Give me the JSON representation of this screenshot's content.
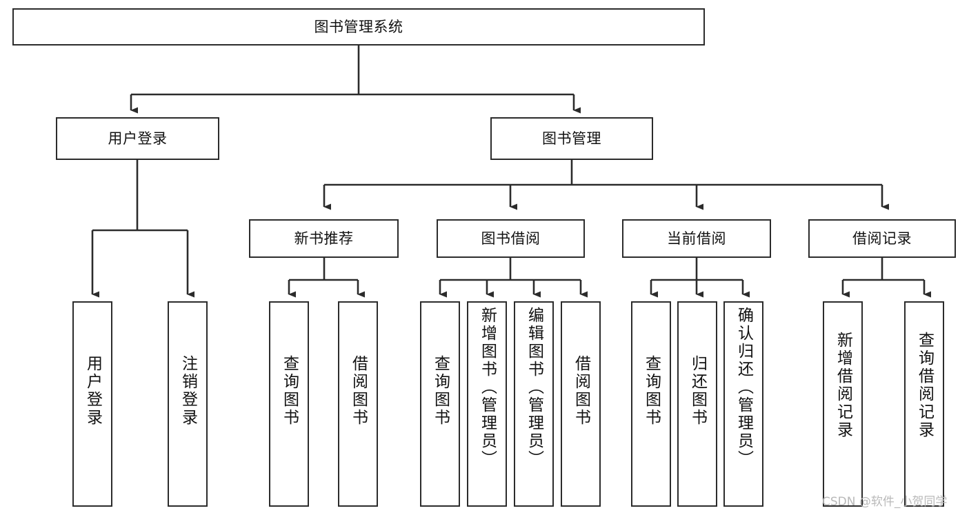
{
  "diagram": {
    "type": "hierarchy-tree",
    "title": "图书管理系统",
    "watermark": "CSDN @软件_小贺同学",
    "colors": {
      "box_border": "#2b2b2b",
      "box_fill": "#ffffff",
      "edge": "#2b2b2b",
      "text": "#111111",
      "watermark": "#b9b9b9"
    },
    "nodes": {
      "root": {
        "label": "图书管理系统"
      },
      "level2": [
        {
          "label": "用户登录"
        },
        {
          "label": "图书管理"
        }
      ],
      "level3": [
        {
          "label": "新书推荐"
        },
        {
          "label": "图书借阅"
        },
        {
          "label": "当前借阅"
        },
        {
          "label": "借阅记录"
        }
      ],
      "leaves": {
        "user_login": [
          {
            "label": "用户登录"
          },
          {
            "label": "注销登录"
          }
        ],
        "new_book_recommend": [
          {
            "label": "查询图书"
          },
          {
            "label": "借阅图书"
          }
        ],
        "book_borrow": [
          {
            "label": "查询图书"
          },
          {
            "label": "新增图书（管理员）"
          },
          {
            "label": "编辑图书（管理员）"
          },
          {
            "label": "借阅图书"
          }
        ],
        "current_borrow": [
          {
            "label": "查询图书"
          },
          {
            "label": "归还图书"
          },
          {
            "label": "确认归还（管理员）"
          }
        ],
        "borrow_record": [
          {
            "label": "新增借阅记录"
          },
          {
            "label": "查询借阅记录"
          }
        ]
      }
    }
  }
}
